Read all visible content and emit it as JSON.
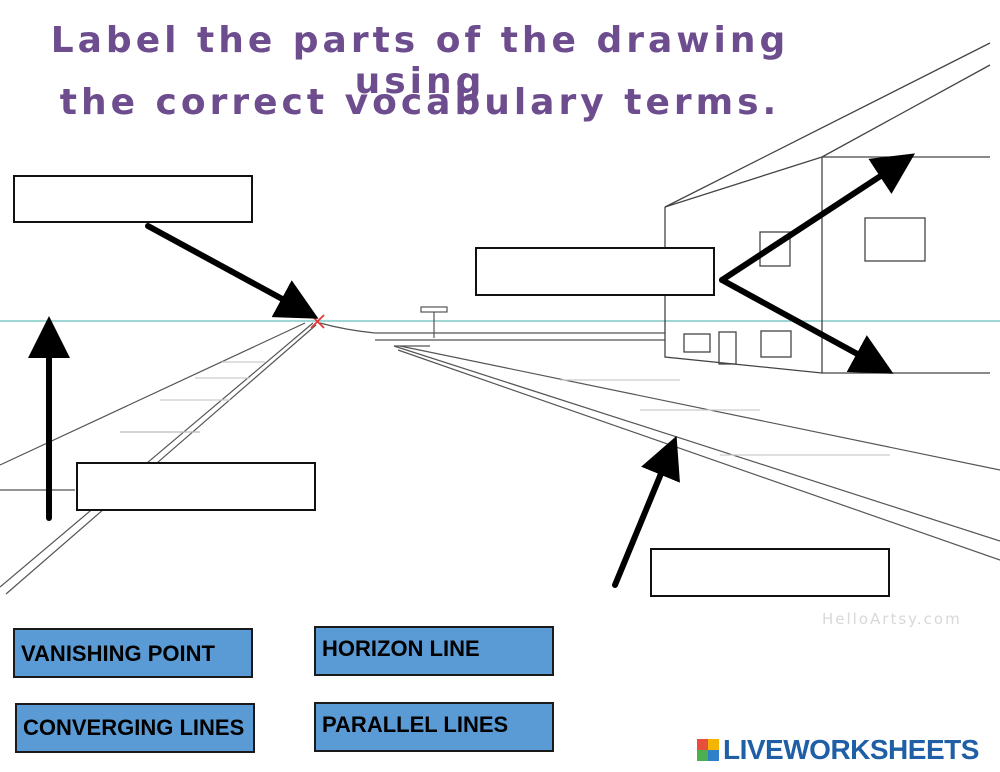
{
  "title": {
    "line1": "Label the parts of the drawing using",
    "line2": "the correct vocabulary terms."
  },
  "answer_boxes": [
    {
      "id": "box-vanishing-point",
      "value": ""
    },
    {
      "id": "box-building-lines",
      "value": ""
    },
    {
      "id": "box-horizon-line",
      "value": ""
    },
    {
      "id": "box-road-lines",
      "value": ""
    }
  ],
  "word_bank": {
    "item1": "VANISHING  POINT",
    "item2": "HORIZON LINE",
    "item3": "CONVERGING LINES",
    "item4": "PARALLEL LINES"
  },
  "credit": "HelloArtsy.com",
  "brand": {
    "name": "LIVEWORKSHEETS",
    "icon_colors": [
      "#e94e3c",
      "#f5b400",
      "#4caf50",
      "#2f80c9"
    ]
  },
  "colors": {
    "title": "#6d4d8e",
    "word_box": "#5b9bd5",
    "horizon": "#7ec8c8",
    "vanishing_mark": "#e53935"
  }
}
